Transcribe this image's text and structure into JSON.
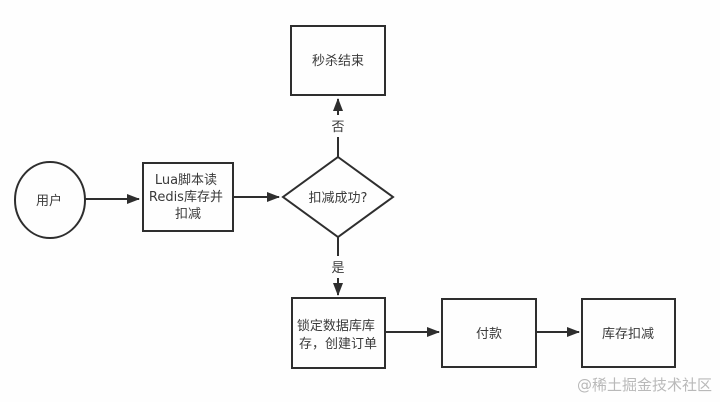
{
  "diagram": {
    "nodes": {
      "user": {
        "label": "用户"
      },
      "lua_script": {
        "line1": "Lua脚本读",
        "line2": "Redis库存并",
        "line3": "扣减"
      },
      "decision": {
        "label": "扣减成功?"
      },
      "seckill_end": {
        "label": "秒杀结束"
      },
      "lock_db": {
        "line1": "锁定数据库库",
        "line2": "存，创建订单"
      },
      "payment": {
        "label": "付款"
      },
      "stock_deduction": {
        "label": "库存扣减"
      }
    },
    "edge_labels": {
      "no": "否",
      "yes": "是"
    },
    "watermark": "@稀土掘金技术社区",
    "colors": {
      "stroke": "#2e2e2e",
      "text": "#3a3a3a",
      "watermark": "#b9b9b9",
      "background": "#fefefe"
    }
  }
}
